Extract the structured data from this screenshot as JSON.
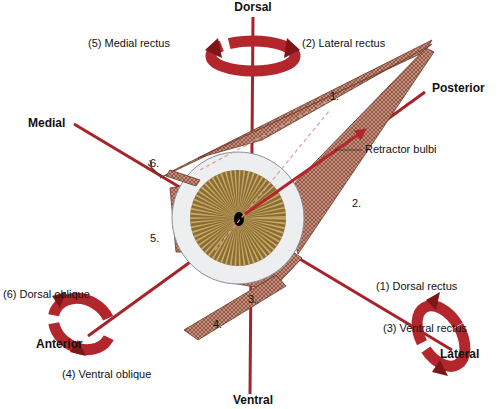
{
  "diagram": {
    "labels": [
      "Dorsal",
      "(5) Medial rectus",
      "(2) Lateral rectus",
      "1.",
      "Posterior",
      "6.",
      "Medial",
      "Retractor bulbi",
      "2.",
      "5.",
      "(6) Dorsal oblique",
      "3.",
      "(1) Dorsal rectus",
      "4.",
      "(3) Ventral rectus",
      "Lateral",
      "Anterior",
      "(4) Ventral oblique",
      "Ventral"
    ]
  }
}
